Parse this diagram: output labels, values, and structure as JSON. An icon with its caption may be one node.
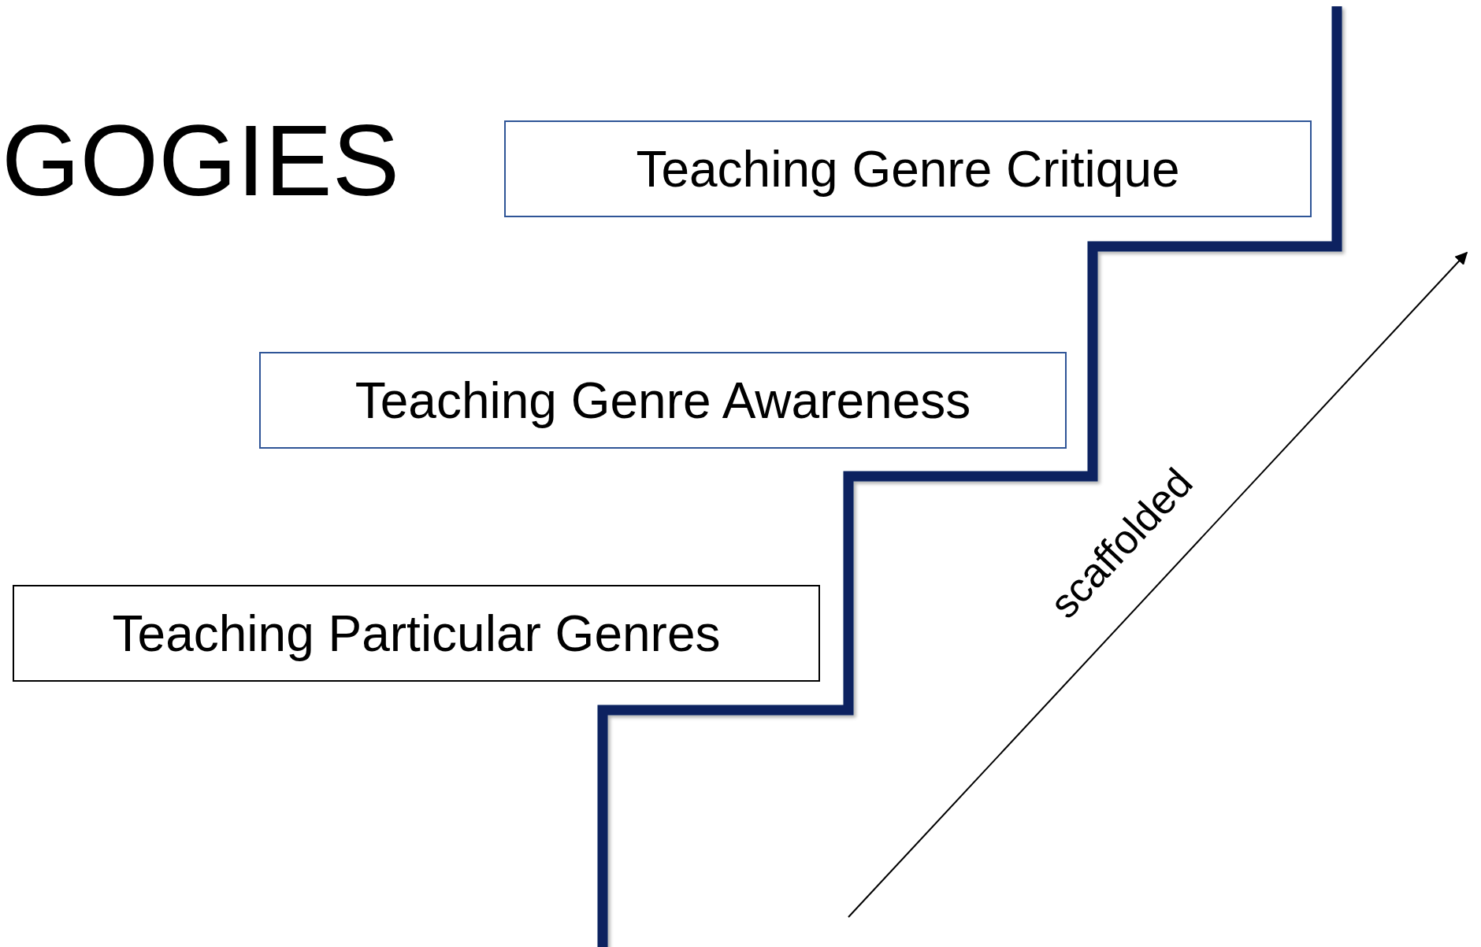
{
  "diagram": {
    "nodes": [
      {
        "text": [
          "Teaching Genre Critique"
        ]
      },
      {
        "text": [
          "Teaching Genre Awareness"
        ]
      },
      {
        "text": [
          "Teaching Particular Genres"
        ]
      }
    ],
    "labels": [
      "GOGIES",
      "scaffolded"
    ]
  }
}
